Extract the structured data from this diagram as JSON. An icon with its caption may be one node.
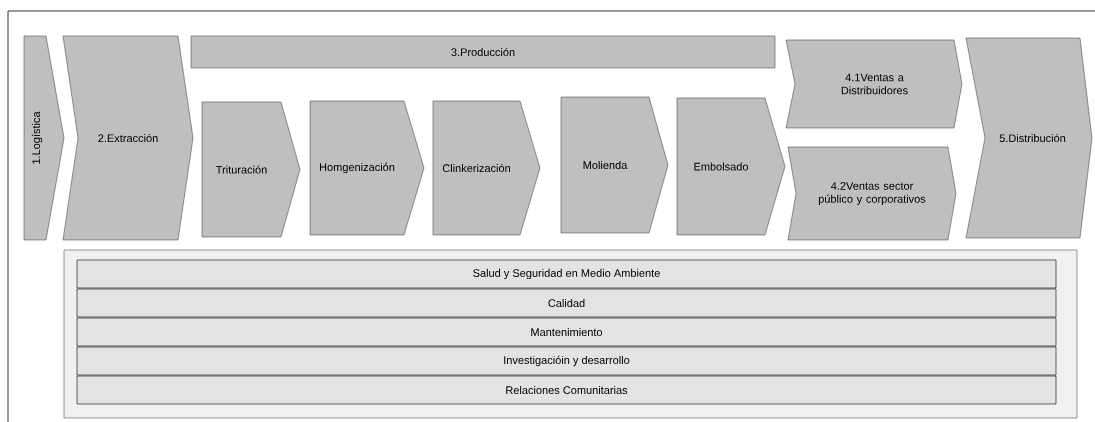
{
  "diagram": {
    "nodes": [
      {
        "text": [
          "1.Logística"
        ]
      },
      {
        "text": [
          "2.Extracción"
        ]
      },
      {
        "text": [
          "3.Producción"
        ]
      },
      {
        "text": [
          "Trituración"
        ]
      },
      {
        "text": [
          "Homgenización"
        ]
      },
      {
        "text": [
          "Clinkerización"
        ]
      },
      {
        "text": [
          "Molienda"
        ]
      },
      {
        "text": [
          "Embolsado"
        ]
      },
      {
        "text": [
          "4.1Ventas a Distribuidores"
        ]
      },
      {
        "text": [
          "4.2Ventas sector público y corporativos"
        ]
      },
      {
        "text": [
          "5.Distribución"
        ]
      },
      {
        "text": [],
        "shape": "box"
      },
      {
        "text": [
          "Salud y Seguridad en Medio Ambiente"
        ],
        "in": 11
      },
      {
        "text": [
          "Calidad"
        ],
        "in": 11
      },
      {
        "text": [
          "Mantenimiento"
        ],
        "in": 11
      },
      {
        "text": [
          "Investigacióin y desarrollo"
        ],
        "in": 11
      },
      {
        "text": [
          "Relaciones Comunitarias"
        ],
        "in": 11
      }
    ]
  }
}
